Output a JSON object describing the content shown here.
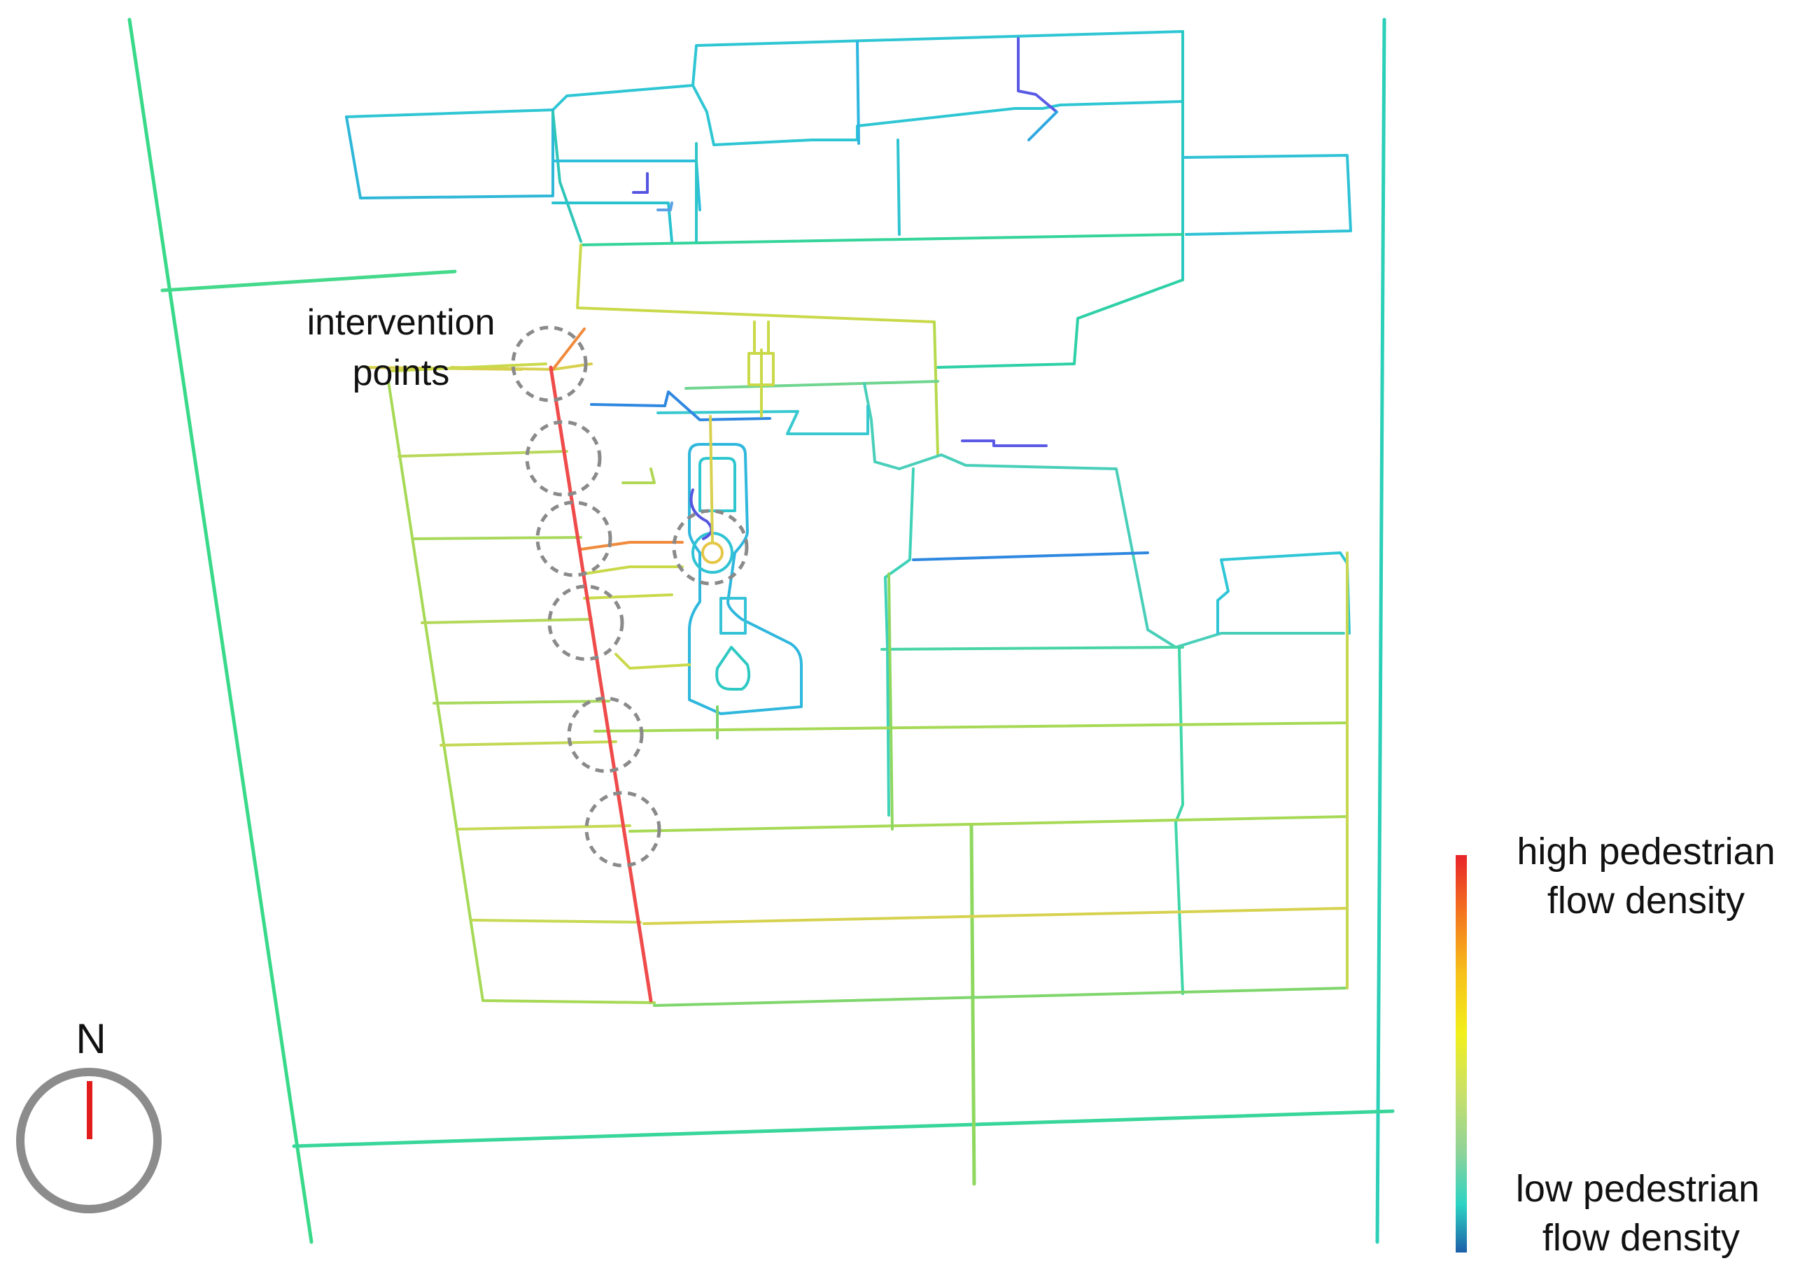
{
  "annotation": {
    "line1": "intervention",
    "line2": "points"
  },
  "legend": {
    "high_line1": "high pedestrian",
    "high_line2": "flow density",
    "low_line1": "low pedestrian",
    "low_line2": "flow density",
    "gradient_colors": [
      "#e8232a",
      "#f7a21b",
      "#f2f01a",
      "#c8e06a",
      "#8dd39a",
      "#2bd3c4",
      "#1a98d0",
      "#1d5fa8"
    ]
  },
  "compass": {
    "north_label": "N",
    "needle_color": "#e21b1b",
    "ring_color": "#8c8c8c"
  },
  "colors": {
    "green": "#39d98a",
    "lime": "#a6d955",
    "yellow_green": "#c9d94a",
    "yellow": "#e2d348",
    "orange": "#f08a3c",
    "red": "#ef4b4b",
    "cyan": "#27c6d8",
    "blue": "#2f8fe0",
    "purple": "#5a5ae6"
  }
}
